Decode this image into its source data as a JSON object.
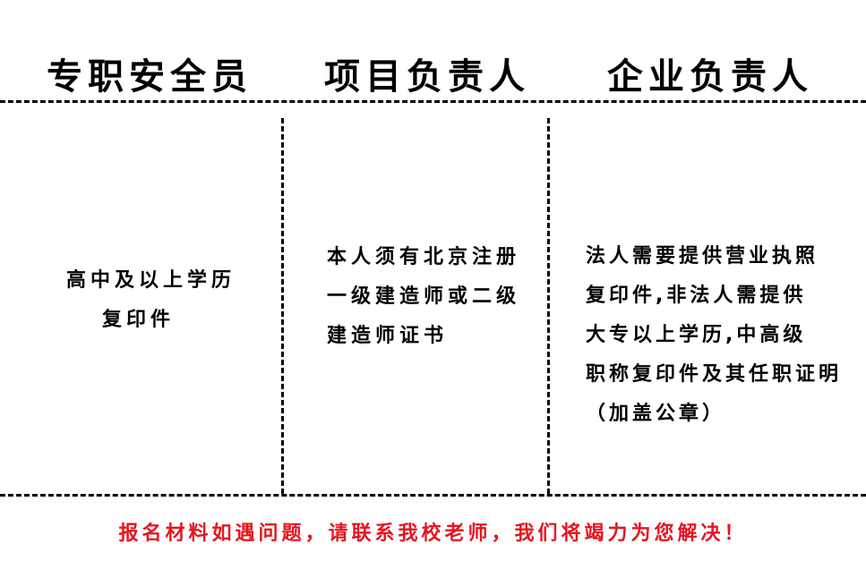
{
  "headers": {
    "col1": "专职安全员",
    "col2": "项目负责人",
    "col3": "企业负责人"
  },
  "cells": {
    "col1": [
      "高中及以上学历",
      "复印件"
    ],
    "col2": [
      "本人须有北京注册",
      "一级建造师或二级",
      "建造师证书"
    ],
    "col3": [
      "法人需要提供营业执照",
      "复印件,非法人需提供",
      "大专以上学历,中高级",
      "职称复印件及其任职证明",
      "（加盖公章）"
    ]
  },
  "footer": {
    "text": "报名材料如遇问题，请联系我校老师，我们将竭力为您解决！",
    "color": "#e8141e"
  }
}
